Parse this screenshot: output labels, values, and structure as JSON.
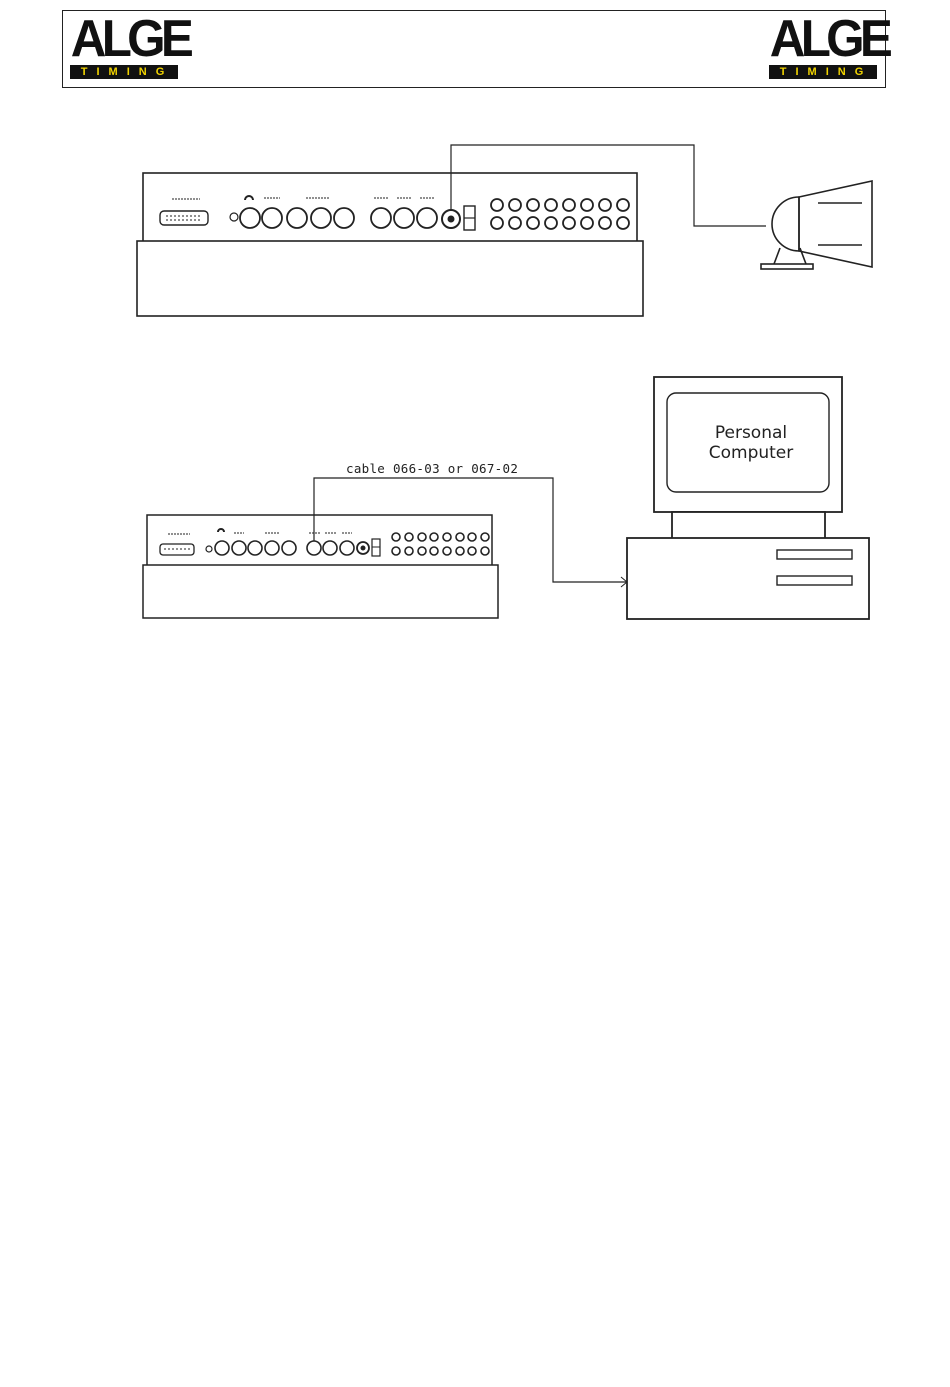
{
  "header": {
    "logo_left": {
      "brand": "ALGE",
      "sub": "TIMING"
    },
    "logo_right": {
      "brand": "ALGE",
      "sub": "TIMING"
    }
  },
  "diagram_bottom": {
    "cable_label": "cable 066-03 or 067-02",
    "pc_line1": "Personal",
    "pc_line2": "Computer"
  }
}
